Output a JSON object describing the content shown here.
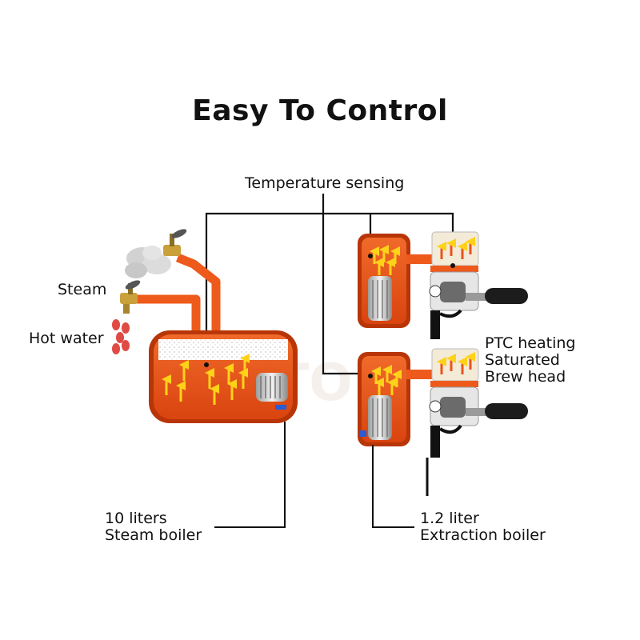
{
  "title": "Easy To Control",
  "labels": {
    "temperature_sensing": "Temperature sensing",
    "steam": "Steam",
    "hot_water": "Hot water",
    "ptc_heating": [
      "PTC heating",
      "Saturated",
      "Brew head"
    ],
    "steam_boiler": [
      "10 liters",
      "Steam boiler"
    ],
    "extraction_boiler": [
      "1.2 liter",
      "Extraction boiler"
    ]
  },
  "colors": {
    "boiler_fill": "#e8541a",
    "boiler_dark": "#c23a0a",
    "boiler_border": "#b83508",
    "pipe": "#ee5a1c",
    "arrow": "#ffd21a",
    "water_drop": "#e04a44",
    "sensor_line": "#111111"
  },
  "watermark": "LTOP"
}
